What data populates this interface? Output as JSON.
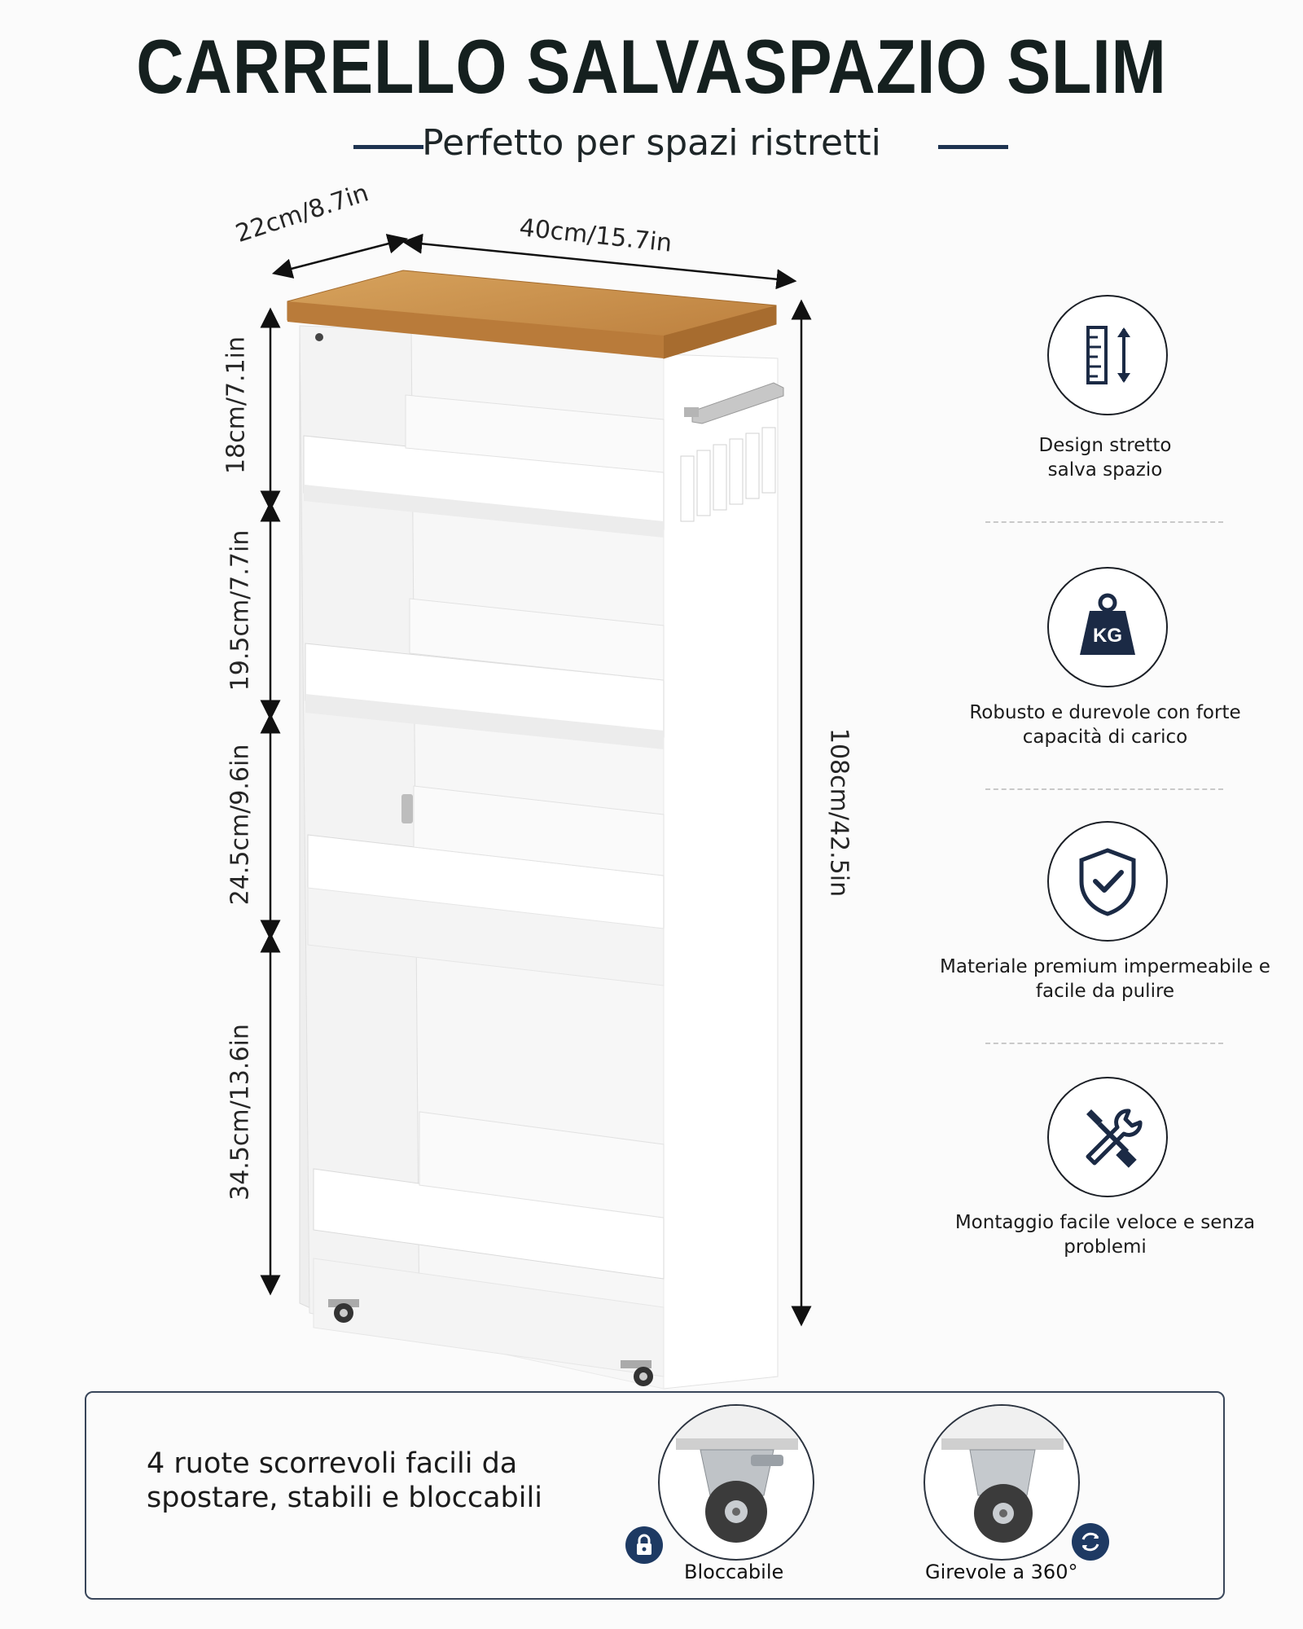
{
  "header": {
    "title": "CARRELLO SALVASPAZIO SLIM",
    "subtitle": "Perfetto per spazi ristretti"
  },
  "dimensions": {
    "depth": "22cm/8.7in",
    "width": "40cm/15.7in",
    "height_total": "108cm/42.5in",
    "shelf_1": "18cm/7.1in",
    "shelf_2": "19.5cm/7.7in",
    "shelf_3": "24.5cm/9.6in",
    "shelf_4": "34.5cm/13.6in"
  },
  "features": [
    {
      "icon": "ruler-arrows-icon",
      "text_line1": "Design stretto",
      "text_line2": "salva spazio"
    },
    {
      "icon": "weight-kg-icon",
      "kg": "KG",
      "text_line1": "Robusto e durevole con forte",
      "text_line2": "capacità di carico"
    },
    {
      "icon": "shield-check-icon",
      "text_line1": "Materiale premium impermeabile e",
      "text_line2": "facile da pulire"
    },
    {
      "icon": "tools-icon",
      "text_line1": "Montaggio facile veloce e senza",
      "text_line2": "problemi"
    }
  ],
  "wheels": {
    "text_line1": "4 ruote scorrevoli facili da",
    "text_line2": "spostare, stabili e bloccabili",
    "locked_label": "Bloccabile",
    "swivel_label": "Girevole a 360°"
  },
  "colors": {
    "accent": "#1e3a63",
    "wood": "#c9914a",
    "title": "#15201f"
  }
}
